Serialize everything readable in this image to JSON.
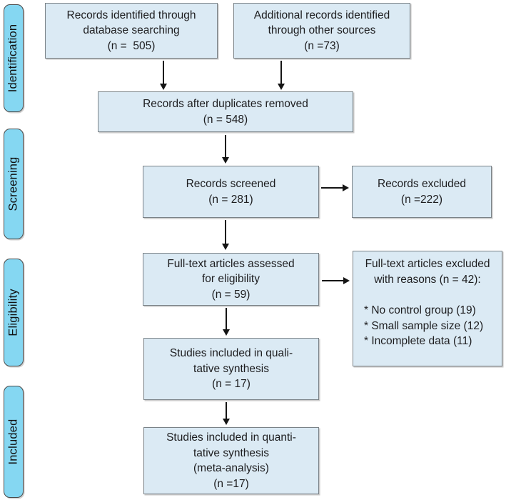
{
  "stages": [
    {
      "id": "identification",
      "label": "Identification"
    },
    {
      "id": "screening",
      "label": "Screening"
    },
    {
      "id": "eligibility",
      "label": "Eligibility"
    },
    {
      "id": "included",
      "label": "Included"
    }
  ],
  "boxes": {
    "identified_db": "Records identified through\ndatabase searching\n(n =  505)",
    "additional_sources": "Additional records identified\nthrough other sources\n(n =73)",
    "after_duplicates": "Records after duplicates removed\n(n = 548)",
    "screened": "Records screened\n(n = 281)",
    "excluded": "Records excluded\n(n =222)",
    "fulltext_assessed": "Full-text articles assessed\nfor eligibility\n(n = 59)",
    "fulltext_excluded_title": "Full-text articles excluded\nwith reasons (n = 42):",
    "fulltext_excluded_reasons": "* No control group (19)\n* Small sample size (12)\n* Incomplete data (11)",
    "qualitative_synthesis": "Studies included in quali-\ntative synthesis\n(n = 17)",
    "quantitative_synthesis": "Studies included in quanti-\ntative synthesis\n(meta-analysis)\n(n =17)"
  },
  "colors": {
    "stage_fill": "#85d7f2",
    "stage_border": "#4a4a4a",
    "box_fill": "#dbeaf4",
    "box_border": "#7a8287",
    "arrow": "#141414",
    "text": "#1d1d1f",
    "bg": "#ffffff"
  }
}
